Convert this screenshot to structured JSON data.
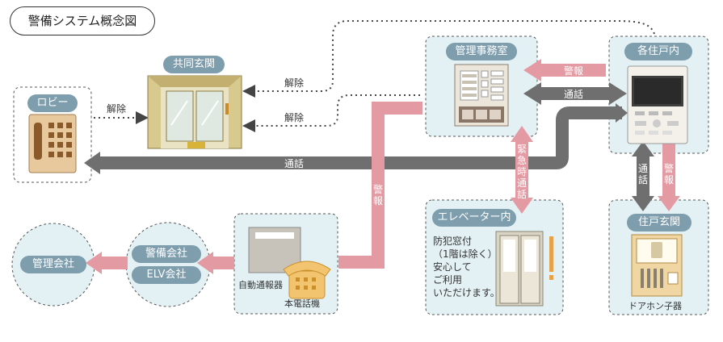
{
  "title": "警備システム概念図",
  "nodes": {
    "lobby": "ロビー",
    "common_entrance": "共同玄関",
    "management_office": "管理事務室",
    "each_unit": "各住戸内",
    "elevator": "エレベーター内",
    "unit_entrance": "住戸玄関",
    "security_company": "警備会社",
    "elv_company": "ELV会社",
    "management_company": "管理会社",
    "auto_dialer": "自動通報器",
    "main_phone": "本電話機",
    "door_phone": "ドアホン子器"
  },
  "edges": {
    "release_lobby": "解除",
    "release_top": "解除",
    "release_bottom": "解除",
    "alarm_office": "警報",
    "call_office": "通話",
    "call_lobby": "通話",
    "alarm_vertical": "警報",
    "emergency_call": "緊急時通話",
    "call_door": "通話",
    "alarm_door": "警報"
  },
  "elevator_notes": [
    "防犯窓付",
    "（1階は除く）",
    "安心して",
    "ご利用",
    "いただけます。"
  ],
  "colors": {
    "pink": "#e49aa2",
    "gray": "#6f6f6f",
    "panel": "#e3f1f4",
    "pill": "#7e9dad"
  }
}
